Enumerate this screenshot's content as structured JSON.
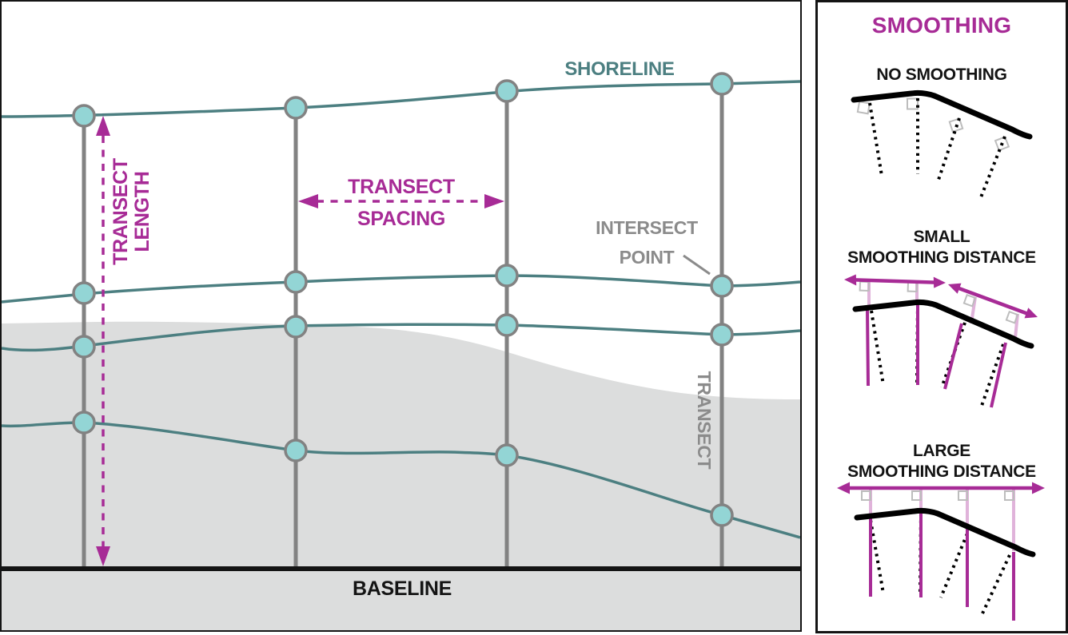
{
  "main_panel": {
    "shoreline_label": "SHORELINE",
    "transect_length_label": {
      "line1": "TRANSECT",
      "line2": "LENGTH"
    },
    "transect_spacing_label": {
      "line1": "TRANSECT",
      "line2": "SPACING"
    },
    "intersect_point_label": {
      "line1": "INTERSECT",
      "line2": "POINT"
    },
    "transect_label": "TRANSECT",
    "baseline_label": "BASELINE"
  },
  "smoothing_panel": {
    "title": "SMOOTHING",
    "sections": [
      {
        "heading_line1": "NO SMOOTHING",
        "heading_line2": ""
      },
      {
        "heading_line1": "SMALL",
        "heading_line2": "SMOOTHING DISTANCE"
      },
      {
        "heading_line1": "LARGE",
        "heading_line2": "SMOOTHING DISTANCE"
      }
    ]
  },
  "colors": {
    "magenta": "#a72b96",
    "pink-light": "#e0b3da",
    "teal": "#4c7f81",
    "node-fill": "#93d5d5",
    "line-gray": "#828282",
    "label-gray": "#8b8b8b",
    "land-gray": "#dcdddd",
    "ink": "#141414",
    "square-gray": "#bdbdbd"
  }
}
